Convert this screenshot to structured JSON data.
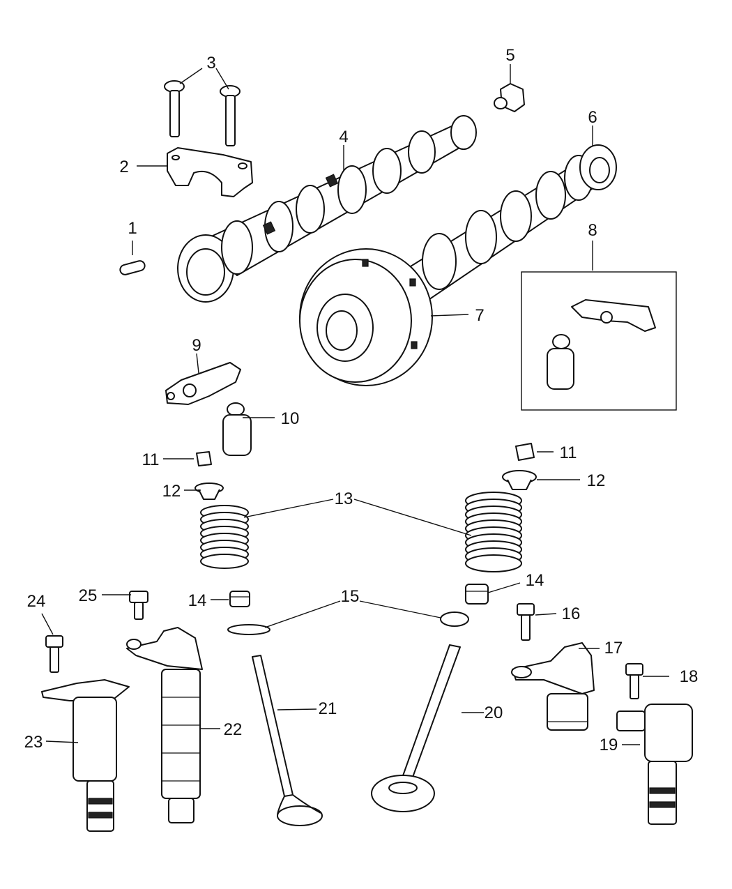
{
  "diagram": {
    "callouts": [
      {
        "id": "c1",
        "label": "1"
      },
      {
        "id": "c2",
        "label": "2"
      },
      {
        "id": "c3",
        "label": "3"
      },
      {
        "id": "c4",
        "label": "4"
      },
      {
        "id": "c5",
        "label": "5"
      },
      {
        "id": "c6",
        "label": "6"
      },
      {
        "id": "c7",
        "label": "7"
      },
      {
        "id": "c8",
        "label": "8"
      },
      {
        "id": "c9",
        "label": "9"
      },
      {
        "id": "c10",
        "label": "10"
      },
      {
        "id": "c11a",
        "label": "11"
      },
      {
        "id": "c11b",
        "label": "11"
      },
      {
        "id": "c12a",
        "label": "12"
      },
      {
        "id": "c12b",
        "label": "12"
      },
      {
        "id": "c13",
        "label": "13"
      },
      {
        "id": "c14a",
        "label": "14"
      },
      {
        "id": "c14b",
        "label": "14"
      },
      {
        "id": "c15",
        "label": "15"
      },
      {
        "id": "c16",
        "label": "16"
      },
      {
        "id": "c17",
        "label": "17"
      },
      {
        "id": "c18",
        "label": "18"
      },
      {
        "id": "c19",
        "label": "19"
      },
      {
        "id": "c20",
        "label": "20"
      },
      {
        "id": "c21",
        "label": "21"
      },
      {
        "id": "c22",
        "label": "22"
      },
      {
        "id": "c23",
        "label": "23"
      },
      {
        "id": "c24",
        "label": "24"
      },
      {
        "id": "c25",
        "label": "25"
      }
    ]
  }
}
